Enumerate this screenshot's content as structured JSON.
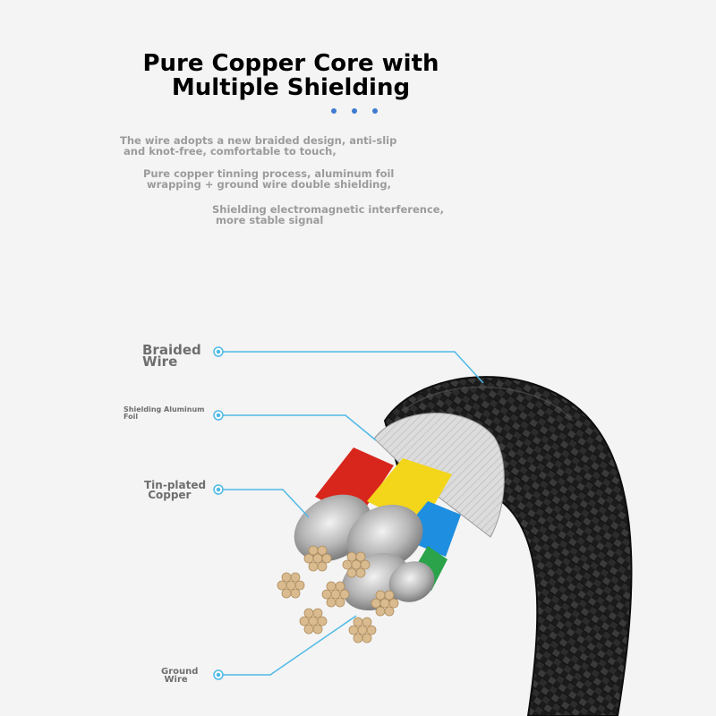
{
  "header": {
    "title_line1": "Pure Copper Core with",
    "title_line2": "Multiple Shielding"
  },
  "description": {
    "para1_line1": "The wire adopts a new braided design, anti-slip",
    "para1_line2": "and knot-free, comfortable to touch,",
    "para2_line1": "Pure copper tinning process, aluminum foil",
    "para2_line2": "wrapping + ground wire double shielding,",
    "para3_line1": "Shielding electromagnetic interference,",
    "para3_line2": "more stable signal"
  },
  "labels": {
    "braided_wire_line1": "Braided",
    "braided_wire_line2": "Wire",
    "aluminum_foil_line1": "Shielding Aluminum",
    "aluminum_foil_line2": "Foil",
    "tin_copper_line1": "Tin-plated",
    "tin_copper_line2": "Copper",
    "ground_wire_line1": "Ground",
    "ground_wire_line2": "Wire"
  },
  "colors": {
    "accent_dots": "#3f7bd1",
    "callout_line": "#4fb9e6",
    "braid": "#1e1e1e",
    "core_red": "#d8261c",
    "core_yellow": "#f3d51a",
    "core_blue": "#1e8ee0",
    "core_green": "#2aa34a",
    "copper_strand": "#d9bb8f"
  }
}
